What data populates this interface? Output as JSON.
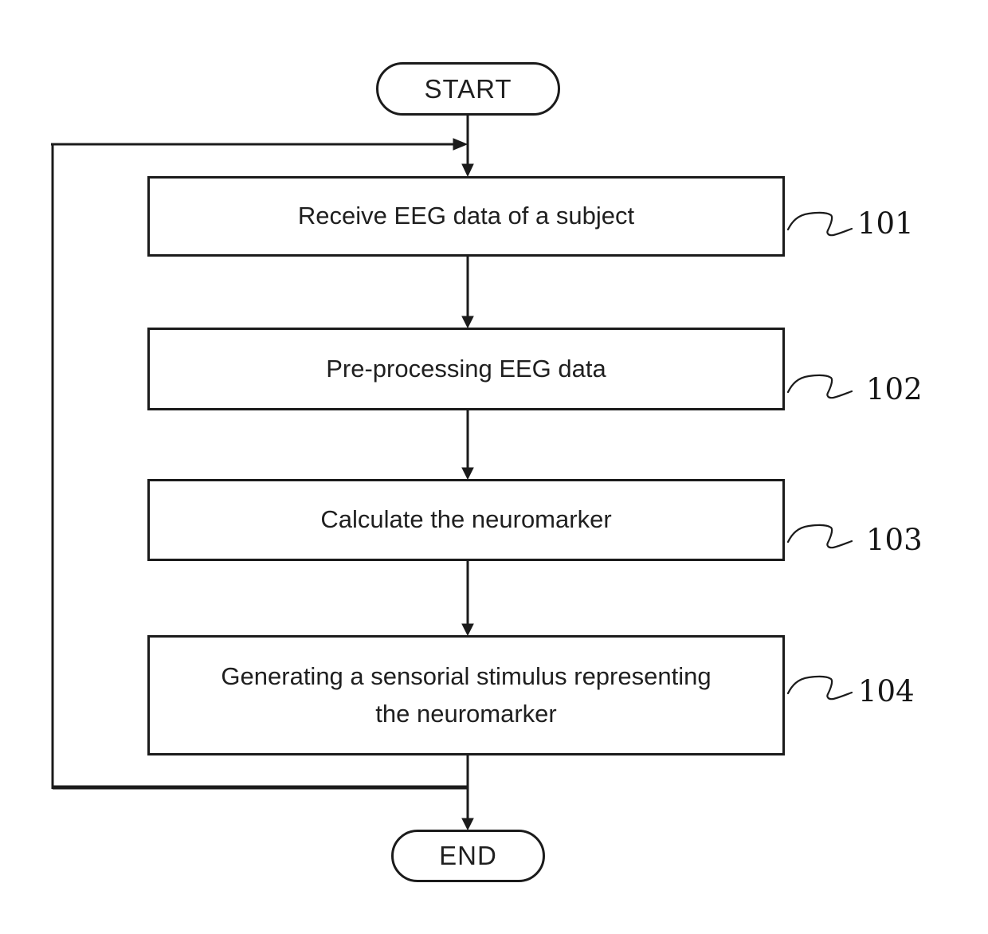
{
  "figure": {
    "type": "flowchart",
    "start_label": "START",
    "end_label": "END",
    "steps": [
      {
        "text": "Receive EEG data of a subject",
        "ref": "101"
      },
      {
        "text": "Pre-processing EEG data",
        "ref": "102"
      },
      {
        "text": "Calculate the neuromarker",
        "ref": "103"
      },
      {
        "text": "Generating a sensorial stimulus representing\nthe neuromarker",
        "ref": "104"
      }
    ],
    "flow": {
      "loop": "output of step 104 feeds back into input of step 101",
      "sequence": "START -> 101 -> 102 -> 103 -> 104 -> END"
    },
    "colors": {
      "line": "#1b1b1b",
      "text": "#1f1f1f",
      "background": "#ffffff"
    }
  }
}
